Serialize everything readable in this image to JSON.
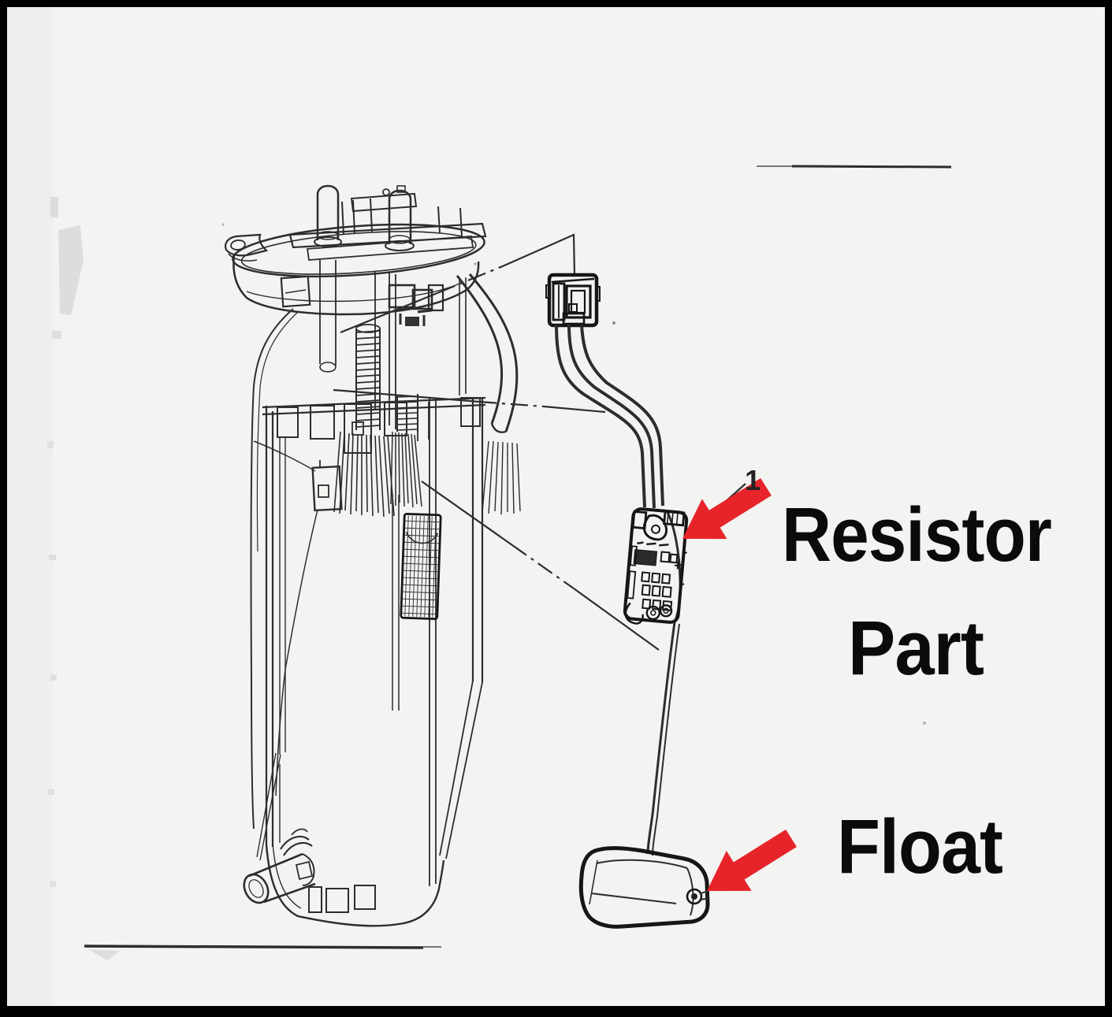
{
  "figure": {
    "kind": "scanned-technical-illustration",
    "subject": "Fuel pump module with fuel level sender",
    "background_color": "#f3f3f1",
    "border_color": "#000000",
    "ink_color": "#2d2d2d"
  },
  "callout": {
    "number": "1"
  },
  "labels": {
    "resistor_line1": "Resistor",
    "resistor_line2": "Part",
    "float": "Float"
  },
  "colors": {
    "arrow": "#e62429",
    "label_text": "#0b0b0b"
  }
}
